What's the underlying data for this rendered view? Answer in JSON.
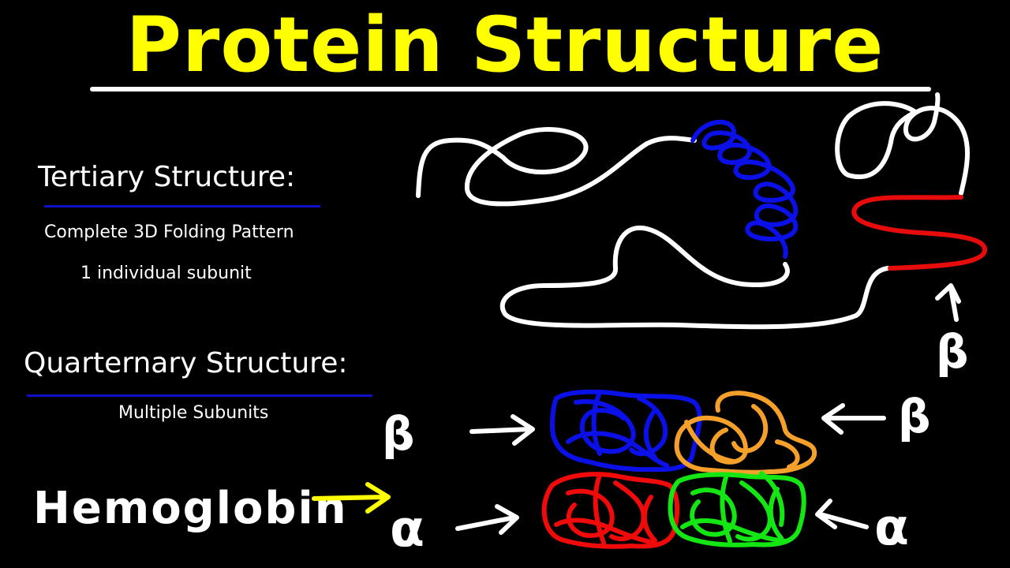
{
  "title": "Protein Structure",
  "colors": {
    "title": "#ffff00",
    "background": "#000000",
    "chain": "#ffffff",
    "helix": "#0a10e6",
    "sheet": "#e60c0c",
    "beta_subunit_1": "#0a10e6",
    "beta_subunit_2": "#f5a02a",
    "alpha_subunit_1": "#f00a0a",
    "alpha_subunit_2": "#14e614",
    "hemoglobin_arrow": "#ffff00",
    "section_rule": "#1010c8"
  },
  "tertiary": {
    "heading": "Tertiary Structure:",
    "line1": "Complete 3D Folding Pattern",
    "line2": "1 individual subunit"
  },
  "quaternary": {
    "heading": "Quarternary Structure:",
    "line1": "Multiple Subunits"
  },
  "labels": {
    "beta_sheet": "β",
    "beta_left": "β",
    "beta_right": "β",
    "alpha_left": "α",
    "alpha_right": "α",
    "hemoglobin": "Hemoglobin"
  }
}
